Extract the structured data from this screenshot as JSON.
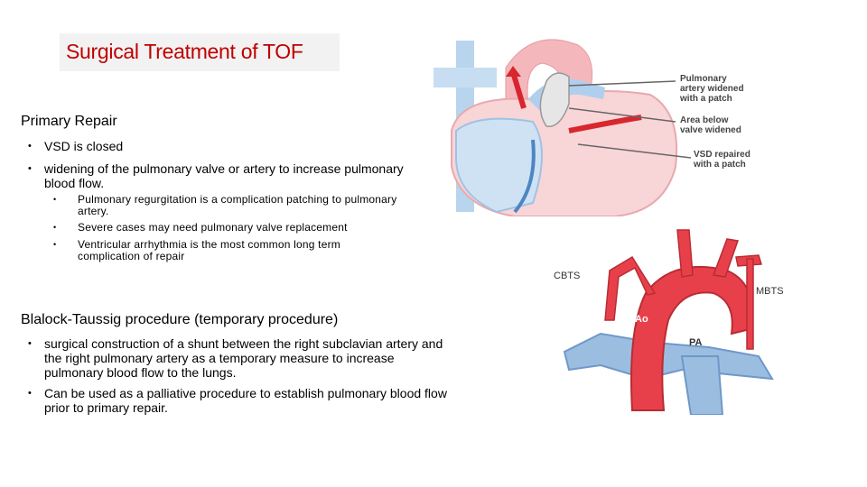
{
  "slide": {
    "title": "Surgical Treatment of TOF",
    "primary": {
      "heading": "Primary Repair",
      "bullets": [
        "VSD is closed",
        "widening of the pulmonary valve or artery to increase pulmonary blood flow."
      ],
      "sub_bullets": [
        "Pulmonary regurgitation is a complication patching  to pulmonary artery.",
        "Severe cases may need pulmonary valve replacement",
        "Ventricular arrhythmia is the most common long term complication of repair"
      ]
    },
    "bt": {
      "heading": "Blalock-Taussig procedure (temporary procedure)",
      "bullets": [
        "surgical construction of a shunt between the right subclavian artery and the right pulmonary artery as a temporary measure to increase pulmonary blood flow to the lungs.",
        "Can be used as a palliative procedure to establish pulmonary blood flow prior to primary repair."
      ]
    },
    "bullet_glyph": "•"
  },
  "heart_figure": {
    "labels": {
      "pa_widened_1": "Pulmonary",
      "pa_widened_2": "artery widened",
      "pa_widened_3": "with a patch",
      "area_below_1": "Area below",
      "area_below_2": "valve widened",
      "vsd_1": "VSD repaired",
      "vsd_2": "with a patch"
    }
  },
  "shunt_figure": {
    "labels": {
      "cbts": "CBTS",
      "mbts": "MBTS",
      "ao": "Ao",
      "pa": "PA"
    }
  },
  "colors": {
    "title": "#c00000",
    "artery_red": "#e8404a",
    "vein_blue": "#9cc3e6",
    "heart_pink": "#f6c9cc"
  }
}
